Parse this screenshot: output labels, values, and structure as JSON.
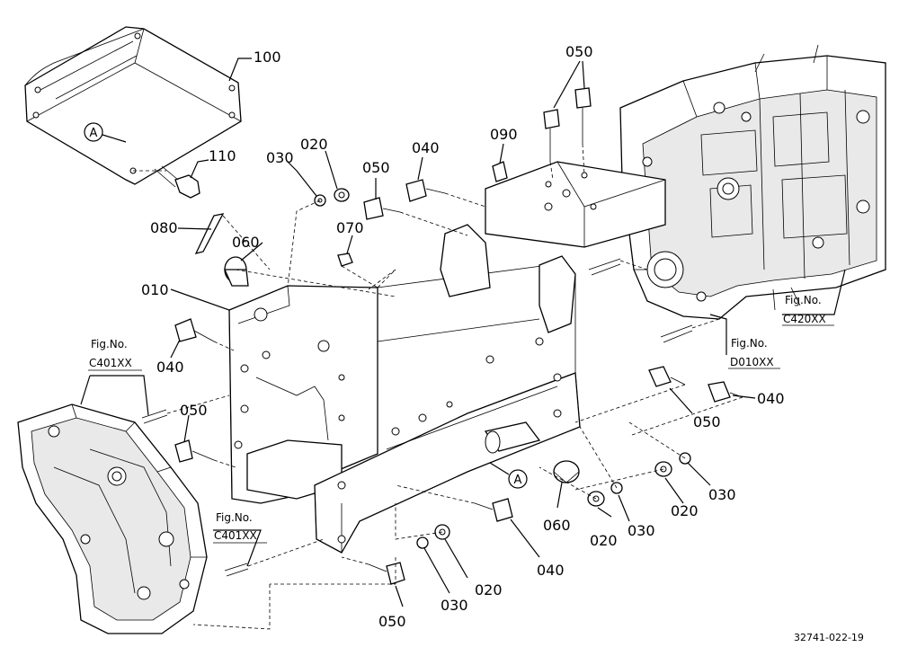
{
  "callouts": [
    {
      "id": "c100",
      "text": "100"
    },
    {
      "id": "c110",
      "text": "110"
    },
    {
      "id": "c020a",
      "text": "020"
    },
    {
      "id": "c030a",
      "text": "030"
    },
    {
      "id": "c050a",
      "text": "050"
    },
    {
      "id": "c040a",
      "text": "040"
    },
    {
      "id": "c090",
      "text": "090"
    },
    {
      "id": "c050top",
      "text": "050"
    },
    {
      "id": "c080",
      "text": "080"
    },
    {
      "id": "c060a",
      "text": "060"
    },
    {
      "id": "c070",
      "text": "070"
    },
    {
      "id": "c010",
      "text": "010"
    },
    {
      "id": "c040b",
      "text": "040"
    },
    {
      "id": "c050b",
      "text": "050"
    },
    {
      "id": "c040c",
      "text": "040"
    },
    {
      "id": "c050c",
      "text": "050"
    },
    {
      "id": "c020b",
      "text": "020"
    },
    {
      "id": "c030b",
      "text": "030"
    },
    {
      "id": "c060b",
      "text": "060"
    },
    {
      "id": "c020c",
      "text": "020"
    },
    {
      "id": "c030c",
      "text": "030"
    },
    {
      "id": "c040d",
      "text": "040"
    },
    {
      "id": "c020d",
      "text": "020"
    },
    {
      "id": "c030d",
      "text": "030"
    },
    {
      "id": "c050d",
      "text": "050"
    }
  ],
  "markers": [
    "A",
    "A"
  ],
  "references": [
    {
      "line1": "Fig.No.",
      "line2": "C420XX"
    },
    {
      "line1": "Fig.No.",
      "line2": "D010XX"
    },
    {
      "line1": "Fig.No.",
      "line2": "C401XX"
    },
    {
      "line1": "Fig.No.",
      "line2": "C401XX"
    }
  ],
  "drawing_number": "32741-022-19"
}
